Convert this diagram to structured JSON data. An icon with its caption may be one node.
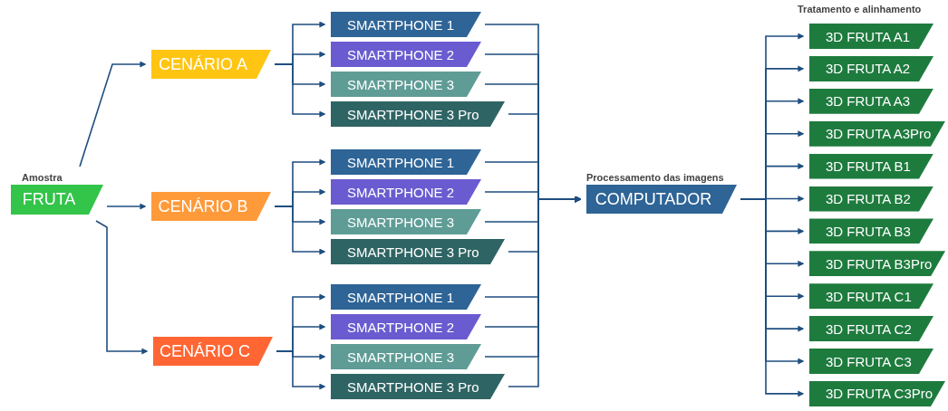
{
  "diagram": {
    "nodes": [
      {
        "text": [
          "Amostra",
          "FRUTA"
        ]
      },
      {
        "text": [
          "CENÁRIO A"
        ]
      },
      {
        "text": [
          "CENÁRIO B"
        ]
      },
      {
        "text": [
          "CENÁRIO C"
        ]
      },
      {
        "text": [
          "SMARTPHONE 1"
        ]
      },
      {
        "text": [
          "SMARTPHONE 2"
        ]
      },
      {
        "text": [
          "SMARTPHONE 3"
        ]
      },
      {
        "text": [
          "SMARTPHONE 3 Pro"
        ]
      },
      {
        "text": [
          "SMARTPHONE 1"
        ]
      },
      {
        "text": [
          "SMARTPHONE 2"
        ]
      },
      {
        "text": [
          "SMARTPHONE 3"
        ]
      },
      {
        "text": [
          "SMARTPHONE 3 Pro"
        ]
      },
      {
        "text": [
          "SMARTPHONE 1"
        ]
      },
      {
        "text": [
          "SMARTPHONE 2"
        ]
      },
      {
        "text": [
          "SMARTPHONE 3"
        ]
      },
      {
        "text": [
          "SMARTPHONE 3 Pro"
        ]
      },
      {
        "text": [
          "Processamento das imagens",
          "COMPUTADOR"
        ]
      },
      {
        "text": [
          "3D FRUTA A1"
        ]
      },
      {
        "text": [
          "3D FRUTA A2"
        ]
      },
      {
        "text": [
          "3D FRUTA A3"
        ]
      },
      {
        "text": [
          "3D FRUTA A3Pro"
        ]
      },
      {
        "text": [
          "3D FRUTA B1"
        ]
      },
      {
        "text": [
          "3D FRUTA B2"
        ]
      },
      {
        "text": [
          "3D FRUTA B3"
        ]
      },
      {
        "text": [
          "3D FRUTA B3Pro"
        ]
      },
      {
        "text": [
          "3D FRUTA C1"
        ]
      },
      {
        "text": [
          "3D FRUTA C2"
        ]
      },
      {
        "text": [
          "3D FRUTA C3"
        ]
      },
      {
        "text": [
          "3D FRUTA C3Pro"
        ]
      }
    ],
    "edges": [
      {
        "from": 0,
        "to": 1,
        "arrow": "to"
      },
      {
        "from": 0,
        "to": 2,
        "arrow": "to"
      },
      {
        "from": 0,
        "to": 3,
        "arrow": "to"
      },
      {
        "from": 1,
        "to": 4,
        "arrow": "to"
      },
      {
        "from": 1,
        "to": 5,
        "arrow": "to"
      },
      {
        "from": 1,
        "to": 6,
        "arrow": "to"
      },
      {
        "from": 1,
        "to": 7,
        "arrow": "to"
      },
      {
        "from": 2,
        "to": 8,
        "arrow": "to"
      },
      {
        "from": 2,
        "to": 9,
        "arrow": "to"
      },
      {
        "from": 2,
        "to": 10,
        "arrow": "to"
      },
      {
        "from": 2,
        "to": 11,
        "arrow": "to"
      },
      {
        "from": 3,
        "to": 12,
        "arrow": "to"
      },
      {
        "from": 3,
        "to": 13,
        "arrow": "to"
      },
      {
        "from": 3,
        "to": 14,
        "arrow": "to"
      },
      {
        "from": 3,
        "to": 15,
        "arrow": "to"
      },
      {
        "from": 4,
        "to": 16,
        "arrow": "to"
      },
      {
        "from": 5,
        "to": 16,
        "arrow": "to"
      },
      {
        "from": 6,
        "to": 16,
        "arrow": "to"
      },
      {
        "from": 7,
        "to": 16,
        "arrow": "to"
      },
      {
        "from": 8,
        "to": 16,
        "arrow": "to"
      },
      {
        "from": 9,
        "to": 16,
        "arrow": "to"
      },
      {
        "from": 10,
        "to": 16,
        "arrow": "to"
      },
      {
        "from": 11,
        "to": 16,
        "arrow": "to"
      },
      {
        "from": 12,
        "to": 16,
        "arrow": "to"
      },
      {
        "from": 13,
        "to": 16,
        "arrow": "to"
      },
      {
        "from": 14,
        "to": 16,
        "arrow": "to"
      },
      {
        "from": 15,
        "to": 16,
        "arrow": "to"
      },
      {
        "from": 16,
        "to": 17,
        "arrow": "to"
      },
      {
        "from": 16,
        "to": 18,
        "arrow": "to"
      },
      {
        "from": 16,
        "to": 19,
        "arrow": "to"
      },
      {
        "from": 16,
        "to": 20,
        "arrow": "to"
      },
      {
        "from": 16,
        "to": 21,
        "arrow": "to"
      },
      {
        "from": 16,
        "to": 22,
        "arrow": "to"
      },
      {
        "from": 16,
        "to": 23,
        "arrow": "to"
      },
      {
        "from": 16,
        "to": 24,
        "arrow": "to"
      },
      {
        "from": 16,
        "to": 25,
        "arrow": "to"
      },
      {
        "from": 16,
        "to": 26,
        "arrow": "to"
      },
      {
        "from": 16,
        "to": 27,
        "arrow": "to"
      },
      {
        "from": 16,
        "to": 28,
        "arrow": "to"
      }
    ],
    "labels": [
      "Tratamento e alinhamento"
    ]
  }
}
